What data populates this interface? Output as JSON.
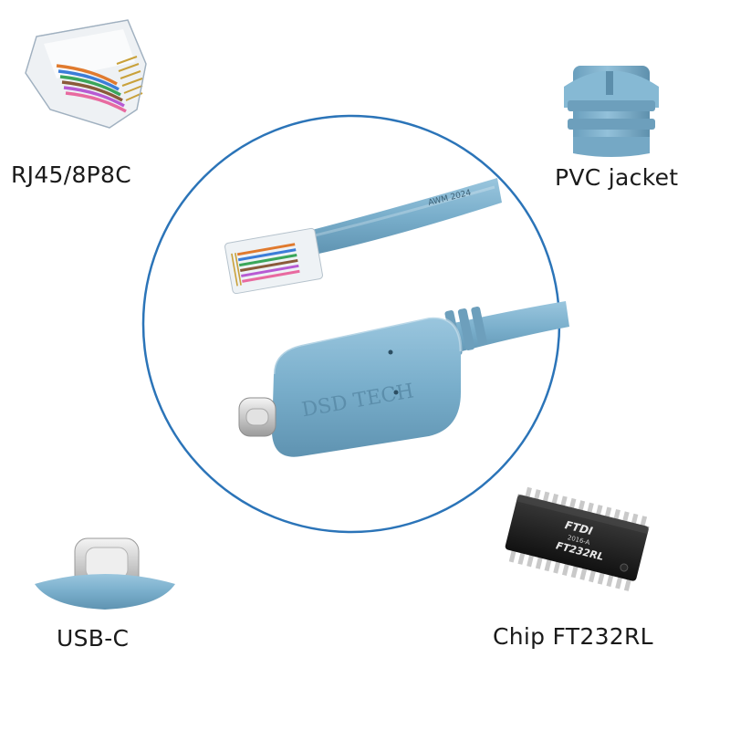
{
  "labels": {
    "rj45": "RJ45/8P8C",
    "pvc": "PVC jacket",
    "usbc": "USB-C",
    "chip": "Chip FT232RL"
  },
  "product": {
    "brand_text": "DSD TECH",
    "cable_print": "AWM 2024"
  },
  "chip_marking": {
    "logo": "FTDI",
    "date_code": "2016-A",
    "part": "FT232RL"
  },
  "colors": {
    "cable_blue": "#79aecb",
    "circle_blue": "#2b74b8",
    "chip_black": "#1b1b1b"
  }
}
